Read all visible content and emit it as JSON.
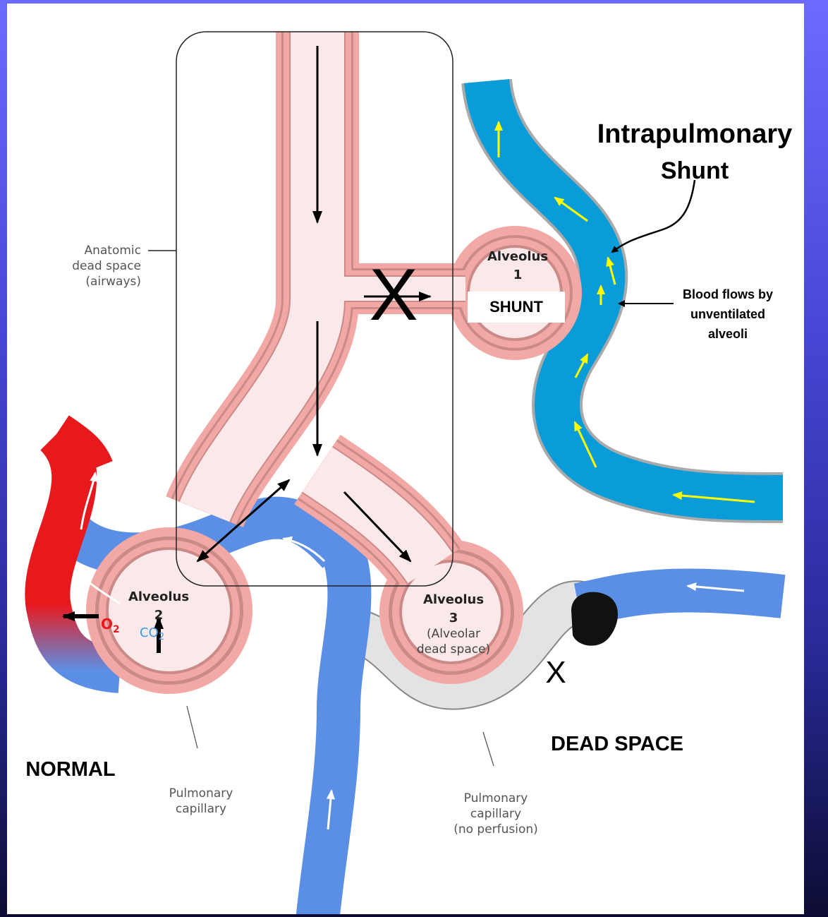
{
  "labels": {
    "anatomic_1": "Anatomic",
    "anatomic_2": "dead space",
    "anatomic_3": "(airways)",
    "alveolus1_title": "Alveolus",
    "alveolus1_num": "1",
    "shunt": "SHUNT",
    "alveolus2_title": "Alveolus",
    "alveolus2_num": "2",
    "o2": "O",
    "o2_sub": "2",
    "co2": "CO",
    "co2_sub": "2",
    "alveolus3_title": "Alveolus",
    "alveolus3_num": "3",
    "alveolus3_sub1": "(Alveolar",
    "alveolus3_sub2": "dead space)",
    "x_mark": "X",
    "x_mark_2": "X",
    "intrapulmonary": "Intrapulmonary",
    "shunt_title": "Shunt",
    "blood_flows_1": "Blood flows by",
    "blood_flows_2": "unventilated",
    "blood_flows_3": "alveoli",
    "normal": "NORMAL",
    "dead_space": "DEAD SPACE",
    "pulm_cap_1": "Pulmonary",
    "pulm_cap_2": "capillary",
    "pulm_cap_np_1": "Pulmonary",
    "pulm_cap_np_2": "capillary",
    "pulm_cap_np_3": "(no perfusion)"
  },
  "colors": {
    "airway_fill": "#fbe9ea",
    "airway_wall": "#f2a9a6",
    "deoxygenated_blood": "#5b8fe6",
    "oxygenated_blood": "#e8191c",
    "shunt_vessel": "#0a9cd8",
    "no_perfusion": "#e3e3e3",
    "flow_arrow_yellow": "#ffff00"
  }
}
